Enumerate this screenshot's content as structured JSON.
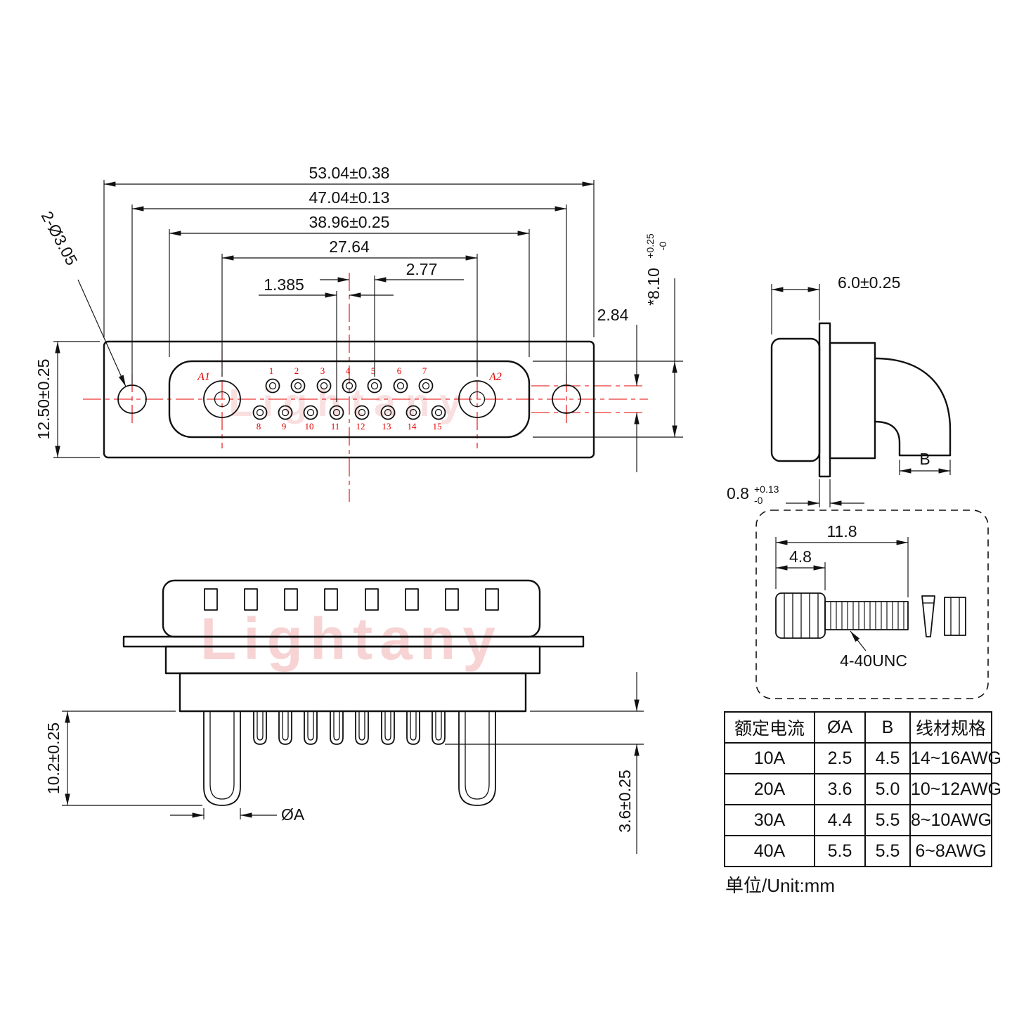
{
  "watermark": {
    "text": "Lightany",
    "color": "#f2b6b6"
  },
  "front": {
    "dim_outer_width": "53.04±0.38",
    "dim_hole_span": "47.04±0.13",
    "dim_shell_width": "38.96±0.25",
    "dim_apin_span": "27.64",
    "dim_pitch": "2.77",
    "dim_half_pitch": "1.385",
    "dim_height": "12.50±0.25",
    "dim_mount_holes": "2-Ø3.05",
    "dim_row_gap": "2.84",
    "dim_shell_height_base": "*8.10",
    "dim_shell_height_tol_plus": "+0.25",
    "dim_shell_height_tol_minus": "-0",
    "label_a1": "A1",
    "label_a2": "A2",
    "pins_top": [
      "1",
      "2",
      "3",
      "4",
      "5",
      "6",
      "7"
    ],
    "pins_bottom": [
      "8",
      "9",
      "10",
      "11",
      "12",
      "13",
      "14",
      "15"
    ]
  },
  "side": {
    "dim_depth": "6.0±0.25",
    "dim_flange_base": "0.8",
    "dim_flange_tol_plus": "+0.13",
    "dim_flange_tol_minus": "-0",
    "dim_exit_width": "B"
  },
  "screw": {
    "dim_total_length": "11.8",
    "dim_head_length": "4.8",
    "thread_spec": "4-40UNC"
  },
  "bottom": {
    "dim_pin_length": "10.2±0.25",
    "dim_cup_length": "3.6±0.25",
    "dim_pin_diameter": "ØA"
  },
  "table": {
    "headers": [
      "额定电流",
      "ØA",
      "B",
      "线材规格"
    ],
    "rows": [
      [
        "10A",
        "2.5",
        "4.5",
        "14~16AWG"
      ],
      [
        "20A",
        "3.6",
        "5.0",
        "10~12AWG"
      ],
      [
        "30A",
        "4.4",
        "5.5",
        "8~10AWG"
      ],
      [
        "40A",
        "5.5",
        "5.5",
        "6~8AWG"
      ]
    ],
    "unit_note": "单位/Unit:mm"
  },
  "colors": {
    "line": "#111111",
    "accent": "#e60000"
  }
}
